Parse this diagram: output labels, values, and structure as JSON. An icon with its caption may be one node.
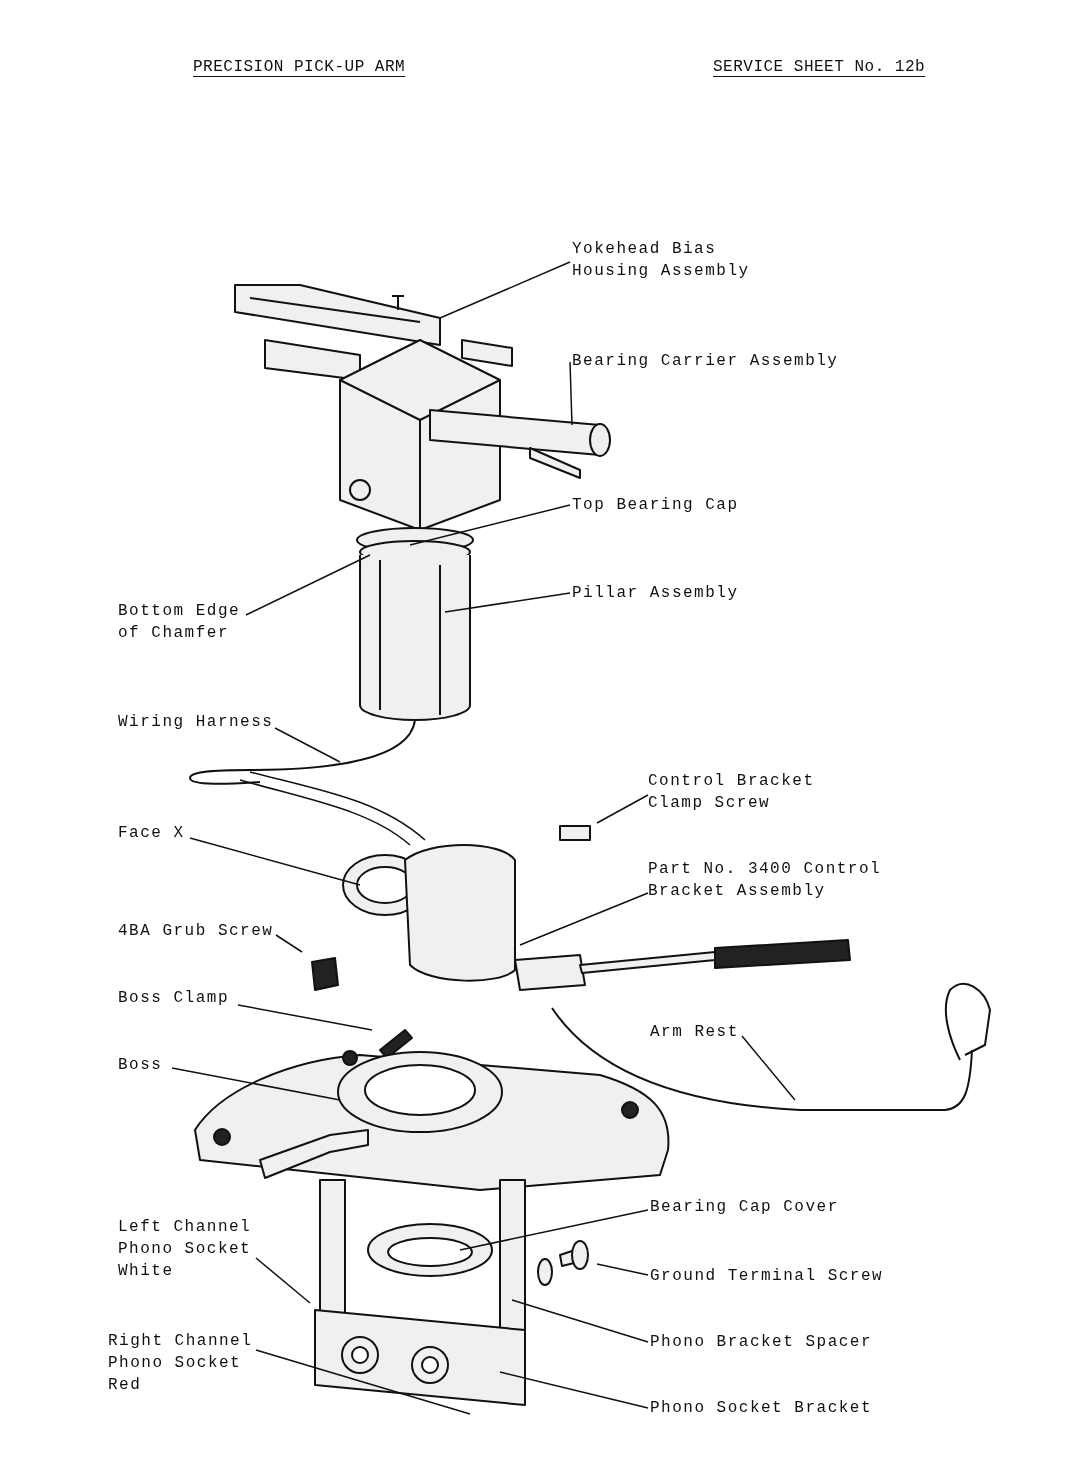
{
  "diagram": {
    "title": "PRECISION PICK-UP ARM",
    "nodes": [
      {
        "text": [
          "Yokehead Bias Housing Assembly"
        ]
      },
      {
        "text": [
          "Bearing Carrier Assembly"
        ]
      },
      {
        "text": [
          "Top Bearing Cap"
        ]
      },
      {
        "text": [
          "Bottom Edge of Chamfer"
        ]
      },
      {
        "text": [
          "Pillar Assembly"
        ]
      },
      {
        "text": [
          "Wiring Harness"
        ]
      },
      {
        "text": [
          "Control Bracket Clamp Screw"
        ]
      },
      {
        "text": [
          "Face X"
        ]
      },
      {
        "text": [
          "Part No. 3400 Control Bracket Assembly"
        ]
      },
      {
        "text": [
          "4BA Grub Screw"
        ]
      },
      {
        "text": [
          "Boss Clamp"
        ]
      },
      {
        "text": [
          "Arm Rest"
        ]
      },
      {
        "text": [
          "Boss"
        ]
      },
      {
        "text": [
          "Bearing Cap Cover"
        ]
      },
      {
        "text": [
          "Left Channel Phono Socket White"
        ]
      },
      {
        "text": [
          "Ground Terminal Screw"
        ]
      },
      {
        "text": [
          "Right Channel Phono Socket Red"
        ]
      },
      {
        "text": [
          "Phono Bracket Spacer"
        ]
      },
      {
        "text": [
          "Phono Socket Bracket"
        ]
      }
    ],
    "edges": [
      {
        "from": 0,
        "to": null,
        "arrow": "none"
      },
      {
        "from": 1,
        "to": null,
        "arrow": "none"
      },
      {
        "from": 2,
        "to": null,
        "arrow": "none"
      },
      {
        "from": 3,
        "to": null,
        "arrow": "none"
      },
      {
        "from": 4,
        "to": null,
        "arrow": "none"
      },
      {
        "from": 5,
        "to": null,
        "arrow": "none"
      },
      {
        "from": 6,
        "to": null,
        "arrow": "none"
      },
      {
        "from": 7,
        "to": null,
        "arrow": "none"
      },
      {
        "from": 8,
        "to": null,
        "arrow": "none"
      },
      {
        "from": 9,
        "to": null,
        "arrow": "none"
      },
      {
        "from": 10,
        "to": null,
        "arrow": "none"
      },
      {
        "from": 11,
        "to": null,
        "arrow": "none"
      },
      {
        "from": 12,
        "to": null,
        "arrow": "none"
      },
      {
        "from": 13,
        "to": null,
        "arrow": "none"
      },
      {
        "from": 14,
        "to": null,
        "arrow": "none"
      },
      {
        "from": 15,
        "to": null,
        "arrow": "none"
      },
      {
        "from": 16,
        "to": null,
        "arrow": "none"
      },
      {
        "from": 17,
        "to": null,
        "arrow": "none"
      },
      {
        "from": 18,
        "to": null,
        "arrow": "none"
      }
    ],
    "labels": [
      "SERVICE SHEET No. 12b"
    ]
  }
}
